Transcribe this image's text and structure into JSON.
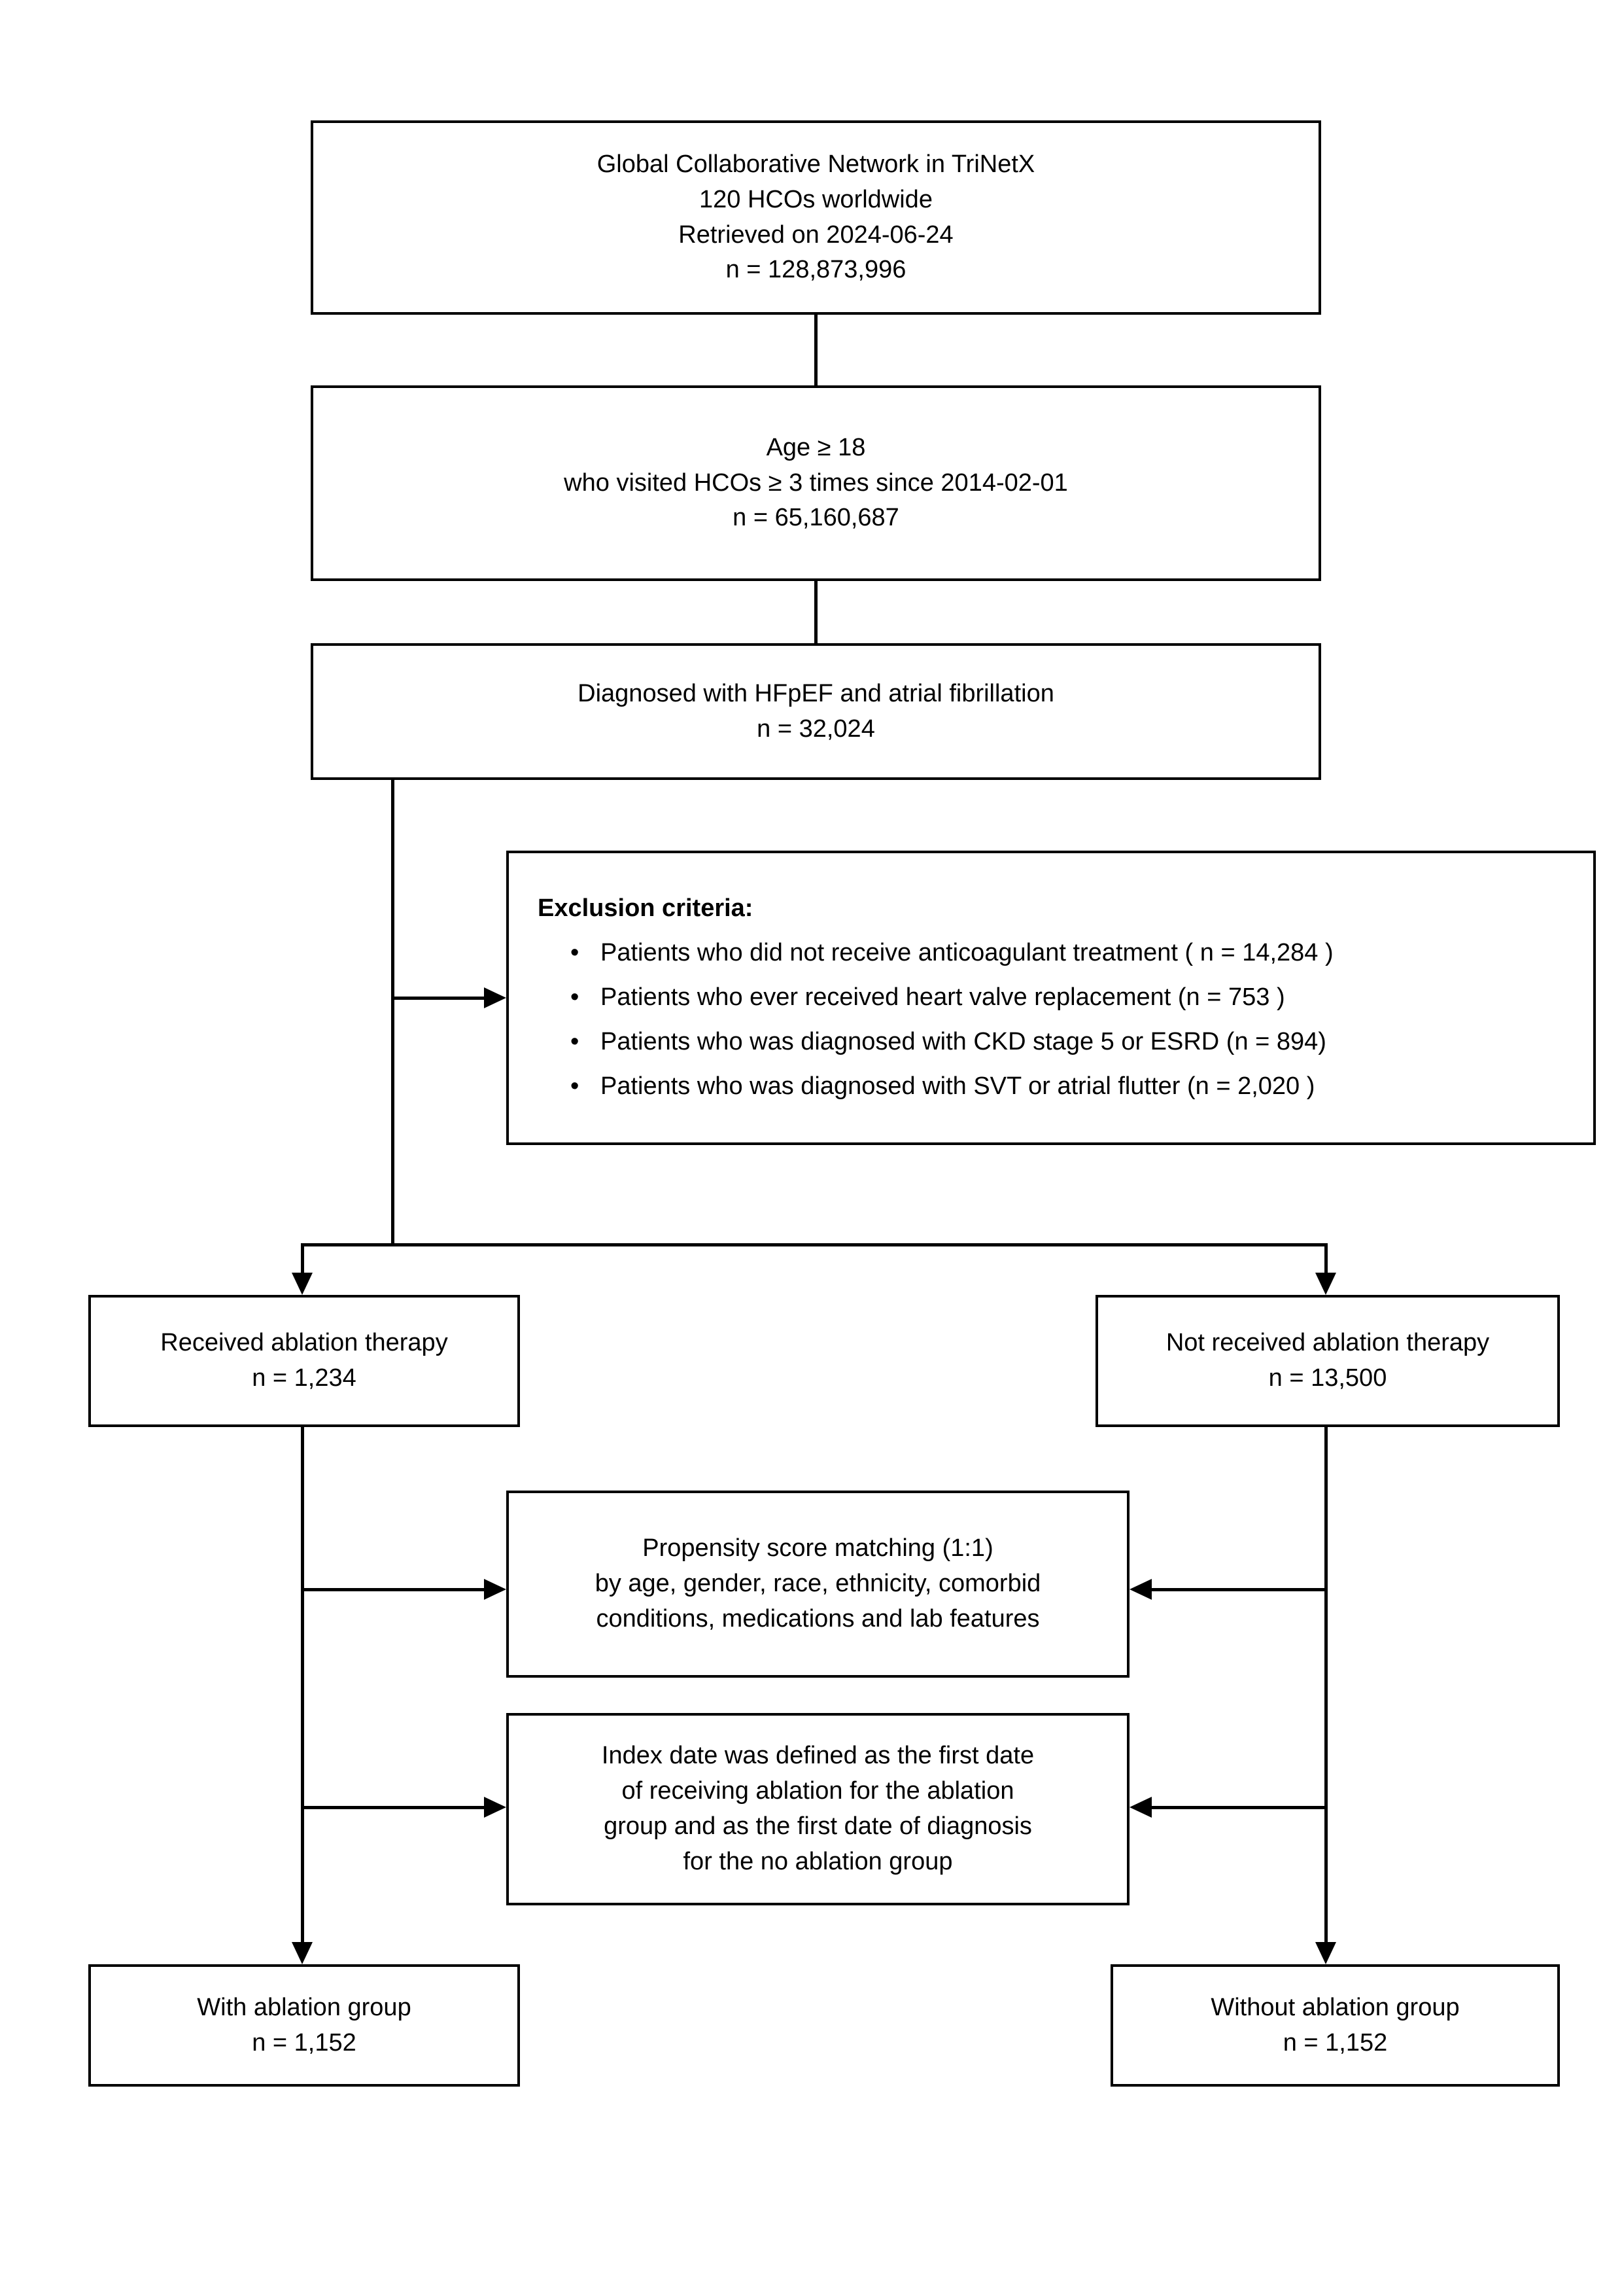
{
  "boxes": {
    "source": {
      "text": "Global Collaborative Network in TriNetX\n120 HCOs worldwide\nRetrieved on 2024-06-24\nn = 128,873,996"
    },
    "age": {
      "text": "Age ≥ 18\nwho visited HCOs ≥ 3 times since 2014-02-01\nn = 65,160,687"
    },
    "diagnosis": {
      "text": "Diagnosed with HFpEF and atrial fibrillation\nn = 32,024"
    },
    "exclusion": {
      "title": "Exclusion criteria:",
      "items": [
        "Patients who did not receive anticoagulant treatment ( n = 14,284 )",
        "Patients who ever received heart valve replacement (n = 753 )",
        "Patients who was diagnosed with CKD stage 5 or ESRD (n = 894)",
        "Patients who was diagnosed with SVT or atrial flutter (n = 2,020 )"
      ]
    },
    "received": {
      "text": "Received ablation therapy\nn = 1,234"
    },
    "not_received": {
      "text": "Not received ablation therapy\nn = 13,500"
    },
    "propensity": {
      "text": "Propensity score matching (1:1)\nby age, gender, race, ethnicity, comorbid\nconditions, medications and lab features"
    },
    "index_date": {
      "text": "Index date was defined as the first date\nof receiving ablation for the ablation\ngroup and as the first date of diagnosis\nfor the no ablation group"
    },
    "with_group": {
      "text": "With ablation group\nn = 1,152"
    },
    "without_group": {
      "text": "Without ablation group\nn = 1,152"
    }
  },
  "colors": {
    "line": "#000000",
    "background": "#ffffff",
    "text": "#000000"
  }
}
